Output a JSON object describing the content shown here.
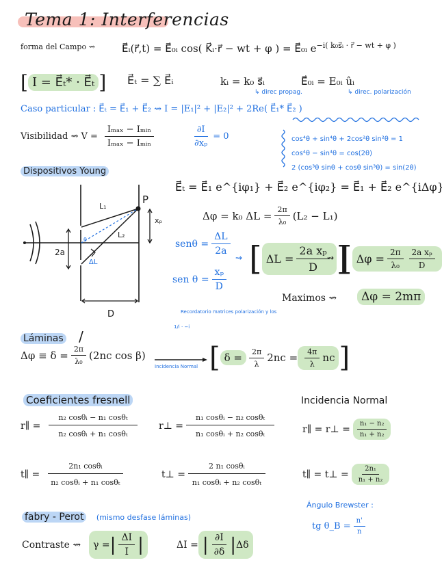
{
  "page": {
    "title": "Tema 1: Interferencias"
  },
  "campo": {
    "label": "forma del Campo ⇝",
    "formula": "E⃗ᵢ(r⃗,t) = E⃗₀ᵢ cos( K⃗ᵢ·r⃗ − wt + φ ) = E⃗₀ᵢ e",
    "exponent": "−i( k₀s⃗ᵢ · r⃗ − wt + φ )"
  },
  "intensidad": {
    "boxed": "I = E⃗ₜ* · E⃗ₜ",
    "suma": "E⃗ₜ = ∑ E⃗ᵢ",
    "k": "kᵢ = k₀ s⃗ᵢ",
    "k_note": "↳ direc propag.",
    "e0": "E⃗₀ᵢ = E₀ᵢ ûᵢ",
    "e0_note": "↳ direc. polarización"
  },
  "caso_particular": {
    "text": "Caso particular :  E⃗ₜ = E⃗₁ + E⃗₂  ⇝  I = |E₁|² + |E₂|² + 2Re( E⃗₁* E⃗₂ )"
  },
  "visibilidad": {
    "label": "Visibilidad ⇝  V =",
    "num": "Iₘₐₓ − Iₘᵢₙ",
    "den": "Iₘₐₓ − Iₘᵢₙ",
    "deriv_num": "∂I",
    "deriv_den": "∂xₚ",
    "deriv_eq": "= 0"
  },
  "trig": {
    "lines": [
      "cos⁴θ + sin⁴θ + 2cos²θ sin²θ = 1",
      "cos⁴θ − sin⁴θ = cos(2θ)",
      "2 (cos³θ sinθ + cosθ sin³θ) = sin(2θ)"
    ]
  },
  "young": {
    "heading": "Dispositivos Young",
    "diagram_labels": {
      "P": "P",
      "L1": "L₁",
      "L2": "L₂",
      "xp": "xₚ",
      "two_a": "2a",
      "delta_L": "ΔL",
      "theta": "θ",
      "D": "D"
    },
    "eq1": "E⃗ₜ = E⃗₁ e^{iφ₁} + E⃗₂ e^{iφ₂} = E⃗₁ + E⃗₂ e^{iΔφ}",
    "eq2_lhs": "Δφ = k₀ ΔL =",
    "eq2_num": "2π",
    "eq2_den": "λ₀",
    "eq2_rhs": "(L₂ − L₁)",
    "sen1_label": "senθ =",
    "sen1_num": "ΔL",
    "sen1_den": "2a",
    "sen2_label": "sen θ =",
    "sen2_num": "xₚ",
    "sen2_den": "D",
    "arrow": "⇝",
    "box1_lhs": "ΔL =",
    "box1_num": "2a xₚ",
    "box1_den": "D",
    "box2_lhs": "Δφ =",
    "box2_num1": "2π",
    "box2_den1": "λ₀",
    "box2_num2": "2a xₚ",
    "box2_den2": "D",
    "maximos_label": "Maximos ⇝",
    "maximos_eq": "Δφ = 2mπ",
    "recordatorio": "Recordatorio matrices polarización y los",
    "tiny_frac": "1/i · −i"
  },
  "laminas": {
    "heading": "Láminas",
    "slash": "/",
    "lhs": "Δφ ≡ δ =",
    "num": "2π",
    "den": "λ₀",
    "paren": "(2nc cos β)",
    "arrow_label": "Incidencia Normal",
    "result_lhs": "δ =",
    "r_num": "2π",
    "r_den": "λ",
    "r_mid": "2nc =",
    "r_num2": "4π",
    "r_den2": "λ",
    "r_tail": "nc"
  },
  "fresnel": {
    "heading": "Coeficientes fresnell",
    "r_par_label": "r∥ =",
    "r_par_num": "n₂ cosθᵢ − n₁ cosθₜ",
    "r_par_den": "n₂ cosθᵢ + n₁ cosθₜ",
    "r_perp_label": "r⊥ =",
    "r_perp_num": "n₁ cosθᵢ − n₂ cosθₜ",
    "r_perp_den": "n₁ cosθᵢ + n₂ cosθₜ",
    "t_par_label": "t∥ =",
    "t_par_num": "2n₁ cosθᵢ",
    "t_par_den": "n₂ cosθᵢ + n₁ cosθₜ",
    "t_perp_label": "t⊥ =",
    "t_perp_num": "2 n₁ cosθᵢ",
    "t_perp_den": "n₁ cosθᵢ + n₂ cosθₜ"
  },
  "incidencia_normal": {
    "heading": "Incidencia Normal",
    "r_label": "r∥ = r⊥ =",
    "r_num": "n₁ − n₂",
    "r_den": "n₁ + n₂",
    "t_label": "t∥ = t⊥ =",
    "t_num": "2n₁",
    "t_den": "n₁ + n₂"
  },
  "brewster": {
    "heading": "Ángulo Brewster :",
    "lhs": "tg θ_B =",
    "num": "n'",
    "den": "n"
  },
  "fabry_perot": {
    "heading": "fabry - Perot",
    "note": "(mismo desfase láminas)",
    "contraste_label": "Contraste ⇝",
    "gamma_lhs": "γ =",
    "gamma_num": "ΔI",
    "gamma_den": "I",
    "dI_lhs": "ΔI =",
    "dI_num": "∂I",
    "dI_den": "∂δ",
    "dI_tail": "Δδ"
  },
  "colors": {
    "ink": "#1a1a1a",
    "blue_ink": "#1f6fe0",
    "title_highlight": "#f6b9b3",
    "blue_highlight": "#bcd6f5",
    "green_highlight": "#cfe8c4"
  }
}
